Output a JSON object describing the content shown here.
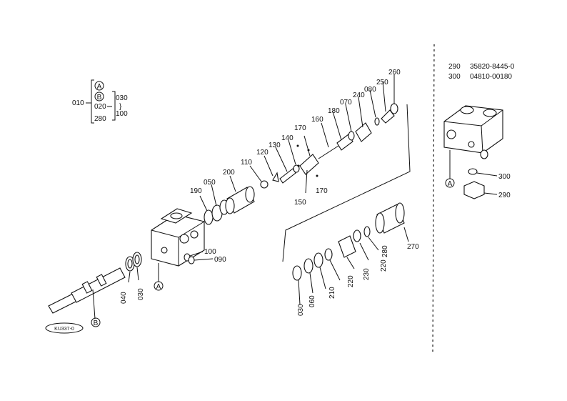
{
  "assembly_key": {
    "circle_a": "A",
    "circle_b": "B",
    "lines": [
      "010",
      "020",
      "280",
      "030",
      "}",
      "100"
    ]
  },
  "parts_table": [
    {
      "ref": "290",
      "part_no": "35820-8445-0"
    },
    {
      "ref": "300",
      "part_no": "04810-00180"
    }
  ],
  "callouts": [
    "260",
    "250",
    "080",
    "240",
    "070",
    "180",
    "160",
    "170",
    "140",
    "130",
    "120",
    "110",
    "200",
    "050",
    "190",
    "150",
    "170",
    "100",
    "090",
    "040",
    "030",
    "A",
    "B",
    "270",
    "280",
    "220",
    "230",
    "220",
    "210",
    "060",
    "030",
    "A",
    "300",
    "290"
  ],
  "figure_code": "KU337-0"
}
